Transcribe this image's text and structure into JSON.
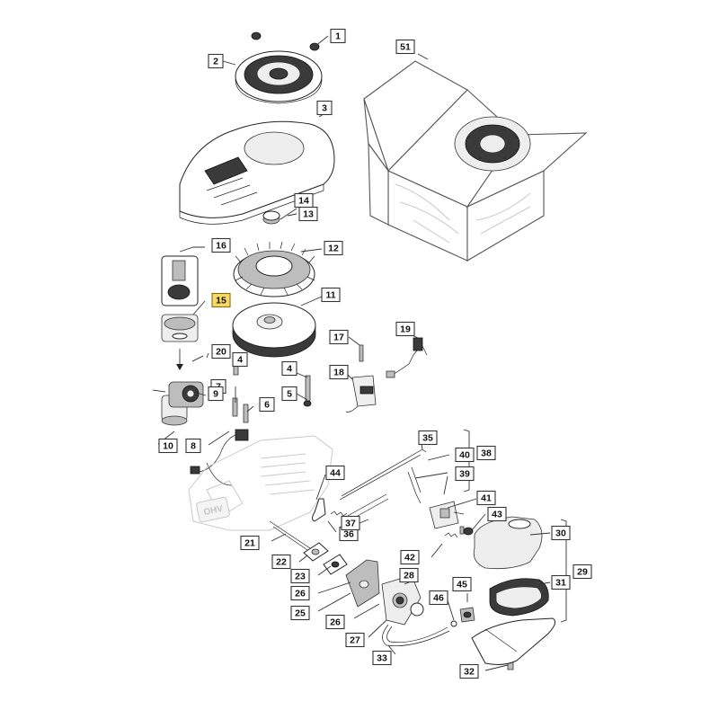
{
  "diagram": {
    "highlighted_part": "15",
    "callouts": [
      {
        "id": "c1",
        "label": "1"
      },
      {
        "id": "c2",
        "label": "2"
      },
      {
        "id": "c3",
        "label": "3"
      },
      {
        "id": "c4a",
        "label": "4"
      },
      {
        "id": "c4b",
        "label": "4"
      },
      {
        "id": "c5",
        "label": "5"
      },
      {
        "id": "c6",
        "label": "6"
      },
      {
        "id": "c7",
        "label": "7"
      },
      {
        "id": "c8",
        "label": "8"
      },
      {
        "id": "c9",
        "label": "9"
      },
      {
        "id": "c10",
        "label": "10"
      },
      {
        "id": "c11",
        "label": "11"
      },
      {
        "id": "c12",
        "label": "12"
      },
      {
        "id": "c13",
        "label": "13"
      },
      {
        "id": "c14",
        "label": "14"
      },
      {
        "id": "c15",
        "label": "15"
      },
      {
        "id": "c16",
        "label": "16"
      },
      {
        "id": "c17",
        "label": "17"
      },
      {
        "id": "c18",
        "label": "18"
      },
      {
        "id": "c19",
        "label": "19"
      },
      {
        "id": "c20",
        "label": "20"
      },
      {
        "id": "c21",
        "label": "21"
      },
      {
        "id": "c22",
        "label": "22"
      },
      {
        "id": "c23",
        "label": "23"
      },
      {
        "id": "c25",
        "label": "25"
      },
      {
        "id": "c26a",
        "label": "26"
      },
      {
        "id": "c26b",
        "label": "26"
      },
      {
        "id": "c27",
        "label": "27"
      },
      {
        "id": "c28",
        "label": "28"
      },
      {
        "id": "c29",
        "label": "29"
      },
      {
        "id": "c30",
        "label": "30"
      },
      {
        "id": "c31",
        "label": "31"
      },
      {
        "id": "c32",
        "label": "32"
      },
      {
        "id": "c33",
        "label": "33"
      },
      {
        "id": "c35",
        "label": "35"
      },
      {
        "id": "c36",
        "label": "36"
      },
      {
        "id": "c37",
        "label": "37"
      },
      {
        "id": "c38",
        "label": "38"
      },
      {
        "id": "c39",
        "label": "39"
      },
      {
        "id": "c40",
        "label": "40"
      },
      {
        "id": "c41",
        "label": "41"
      },
      {
        "id": "c42",
        "label": "42"
      },
      {
        "id": "c43",
        "label": "43"
      },
      {
        "id": "c44",
        "label": "44"
      },
      {
        "id": "c45",
        "label": "45"
      },
      {
        "id": "c46",
        "label": "46"
      },
      {
        "id": "c51",
        "label": "51"
      }
    ],
    "engine_stamp": "OHV",
    "colors": {
      "highlight_fill": "#f7d96a",
      "outline": "#222222",
      "ghost_outline": "#c9c9c9"
    }
  }
}
